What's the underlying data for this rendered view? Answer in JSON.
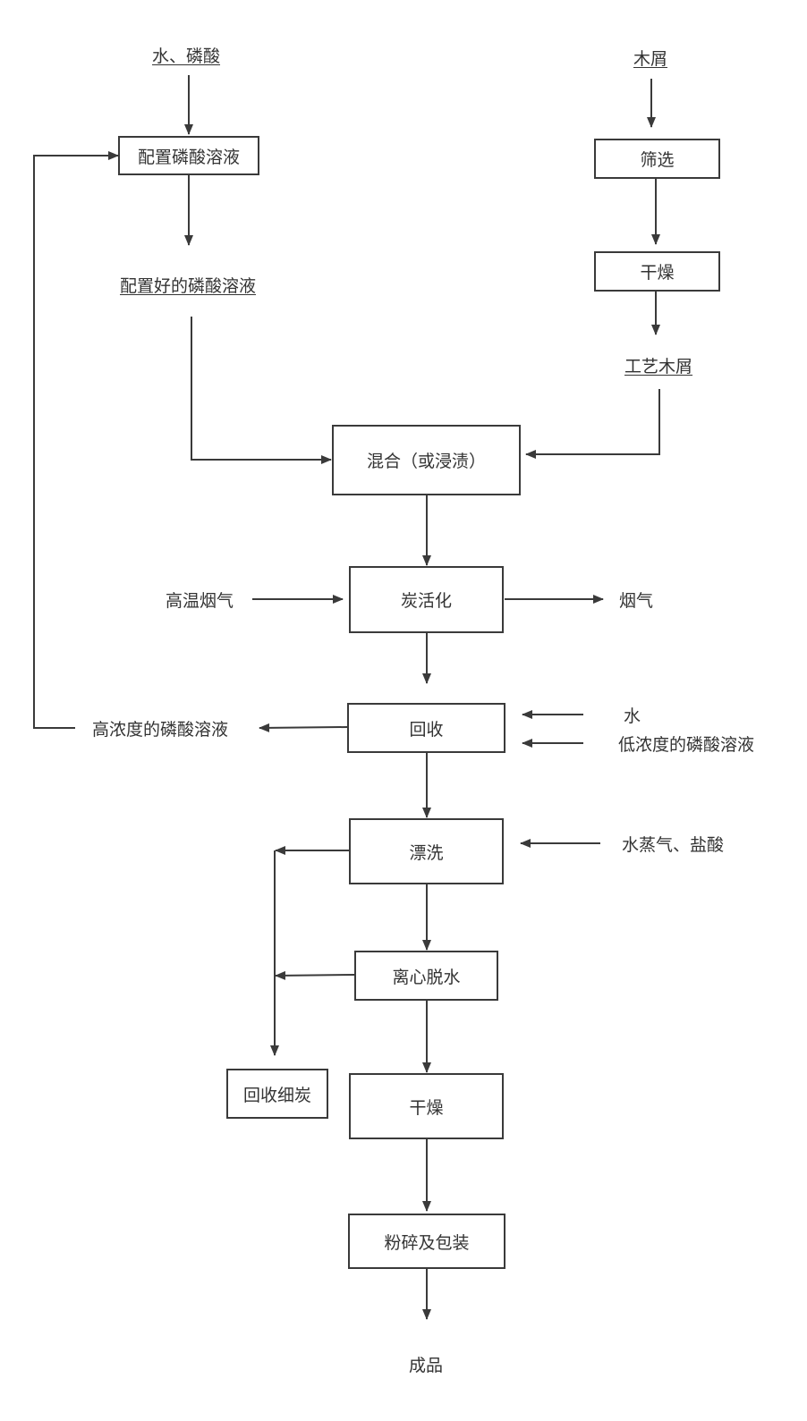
{
  "labels": {
    "water_phosphoric": "水、磷酸",
    "sawdust": "木屑",
    "prepared_solution": "配置好的磷酸溶液",
    "process_sawdust": "工艺木屑",
    "hot_flue_gas": "高温烟气",
    "flue_gas": "烟气",
    "high_conc_solution": "高浓度的磷酸溶液",
    "water": "水",
    "low_conc_solution": "低浓度的磷酸溶液",
    "steam_hcl": "水蒸气、盐酸",
    "product": "成品"
  },
  "boxes": {
    "prepare_solution": "配置磷酸溶液",
    "screening": "筛选",
    "drying_top": "干燥",
    "mixing": "混合（或浸渍）",
    "carbon_activation": "炭活化",
    "recovery": "回收",
    "rinsing": "漂洗",
    "centrifugal_dewatering": "离心脱水",
    "recover_fine_carbon": "回收细炭",
    "drying_bottom": "干燥",
    "crushing_packaging": "粉碎及包装"
  }
}
